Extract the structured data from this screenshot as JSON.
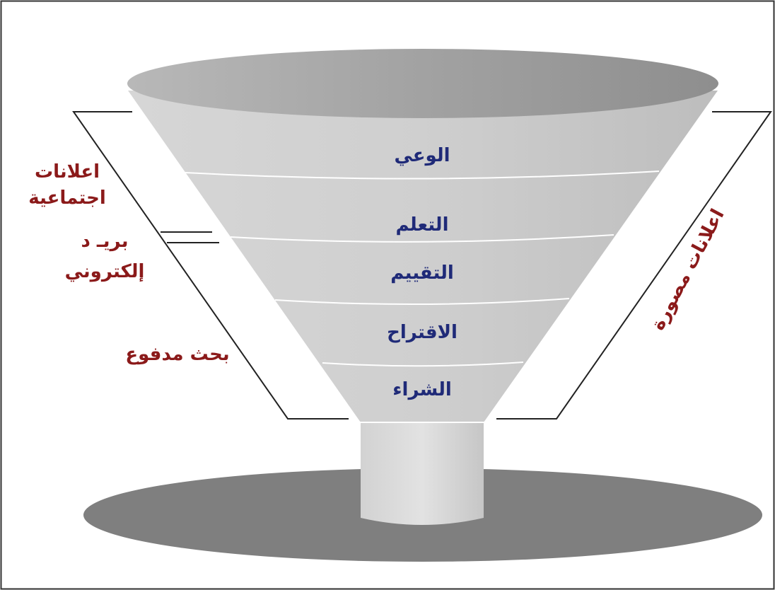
{
  "funnel": {
    "stages": [
      "الوعي",
      "التعلم",
      "التقييم",
      "الاقتراح",
      "الشراء"
    ],
    "colors": {
      "stage_text": "#1f2a78",
      "channel_text": "#8b1a1a",
      "funnel_top": "#9a9a9a",
      "funnel_body": "#c8c8c8",
      "base": "#808080"
    }
  },
  "channels": {
    "left": [
      {
        "lines": [
          "اعلانات",
          "اجتماعية"
        ]
      },
      {
        "lines": [
          "بريـ د",
          "إلكتروني"
        ]
      },
      {
        "lines": [
          "بحث مدفوع"
        ]
      }
    ],
    "right": [
      "اعلانات مصورة"
    ]
  }
}
